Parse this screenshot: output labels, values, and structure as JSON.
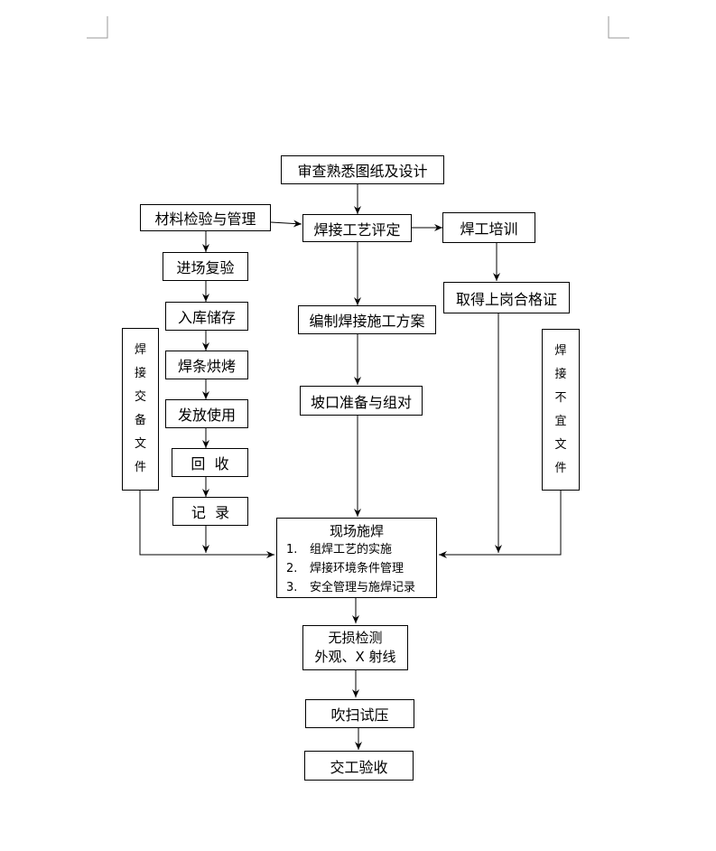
{
  "process": {
    "review": "审查熟悉图纸及设计",
    "material": "材料检验与管理",
    "wps": "焊接工艺评定",
    "training": "焊工培训",
    "recheck": "进场复验",
    "storage": "入库储存",
    "baking": "焊条烘烤",
    "issue": "发放使用",
    "recycle": "回  收",
    "record": "记  录",
    "plan": "编制焊接施工方案",
    "cert": "取得上岗合格证",
    "groove": "坡口准备与组对",
    "site_title": "现场施焊",
    "site_items": [
      {
        "num": "1.",
        "text": "组焊工艺的实施"
      },
      {
        "num": "2.",
        "text": "焊接环境条件管理"
      },
      {
        "num": "3.",
        "text": "安全管理与施焊记录"
      }
    ],
    "ndt_line1": "无损检测",
    "ndt_line2": "外观、X 射线",
    "purge": "吹扫试压",
    "handover": "交工验收"
  },
  "side_left": [
    "焊",
    "接",
    "交",
    "备",
    "文",
    "件"
  ],
  "side_right": [
    "焊",
    "接",
    "不",
    "宜",
    "文",
    "件"
  ]
}
